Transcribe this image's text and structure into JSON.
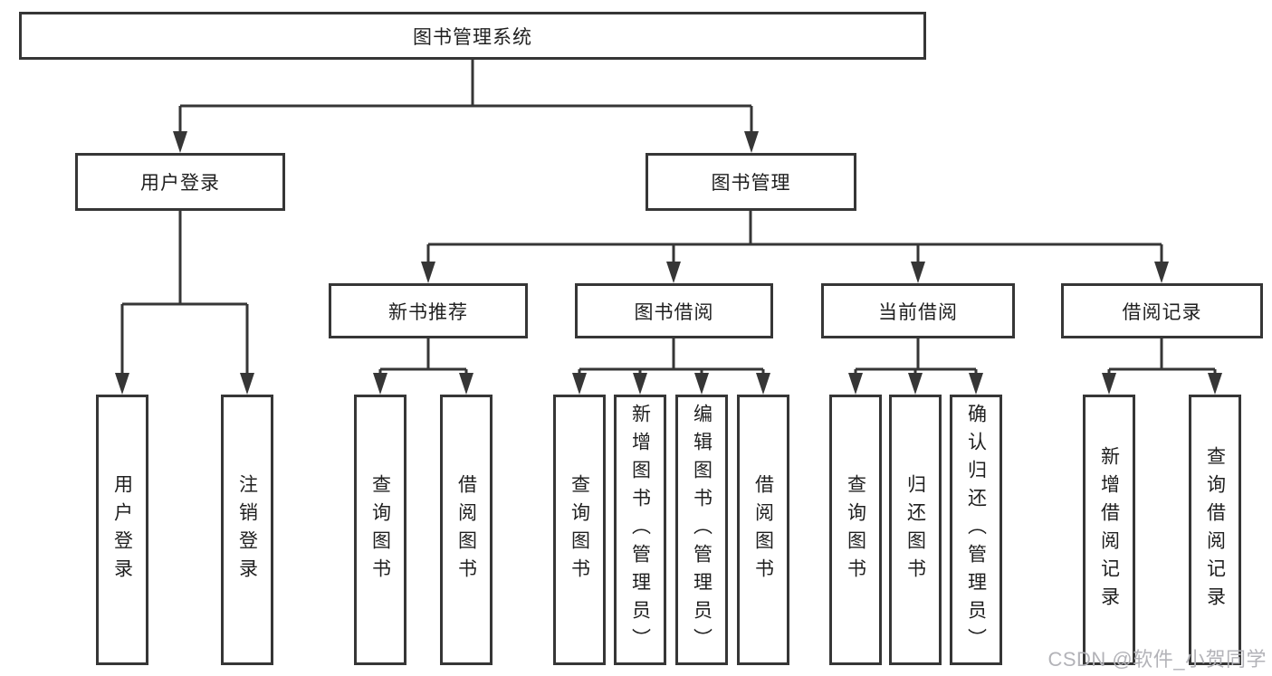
{
  "colors": {
    "line": "#363636",
    "box_border": "#363636",
    "text": "#1f1f1f",
    "watermark": "#b3b3b8",
    "background": "#ffffff"
  },
  "watermark": "CSDN @软件_小贺同学",
  "tree": {
    "root": "图书管理系统",
    "branches": [
      {
        "label": "用户登录",
        "children": [
          "用户登录",
          "注销登录"
        ]
      },
      {
        "label": "图书管理",
        "children": [
          {
            "label": "新书推荐",
            "children": [
              "查询图书",
              "借阅图书"
            ]
          },
          {
            "label": "图书借阅",
            "children": [
              "查询图书",
              "新增图书（管理员）",
              "编辑图书（管理员）",
              "借阅图书"
            ]
          },
          {
            "label": "当前借阅",
            "children": [
              "查询图书",
              "归还图书",
              "确认归还（管理员）"
            ]
          },
          {
            "label": "借阅记录",
            "children": [
              "新增借阅记录",
              "查询借阅记录"
            ]
          }
        ]
      }
    ]
  }
}
